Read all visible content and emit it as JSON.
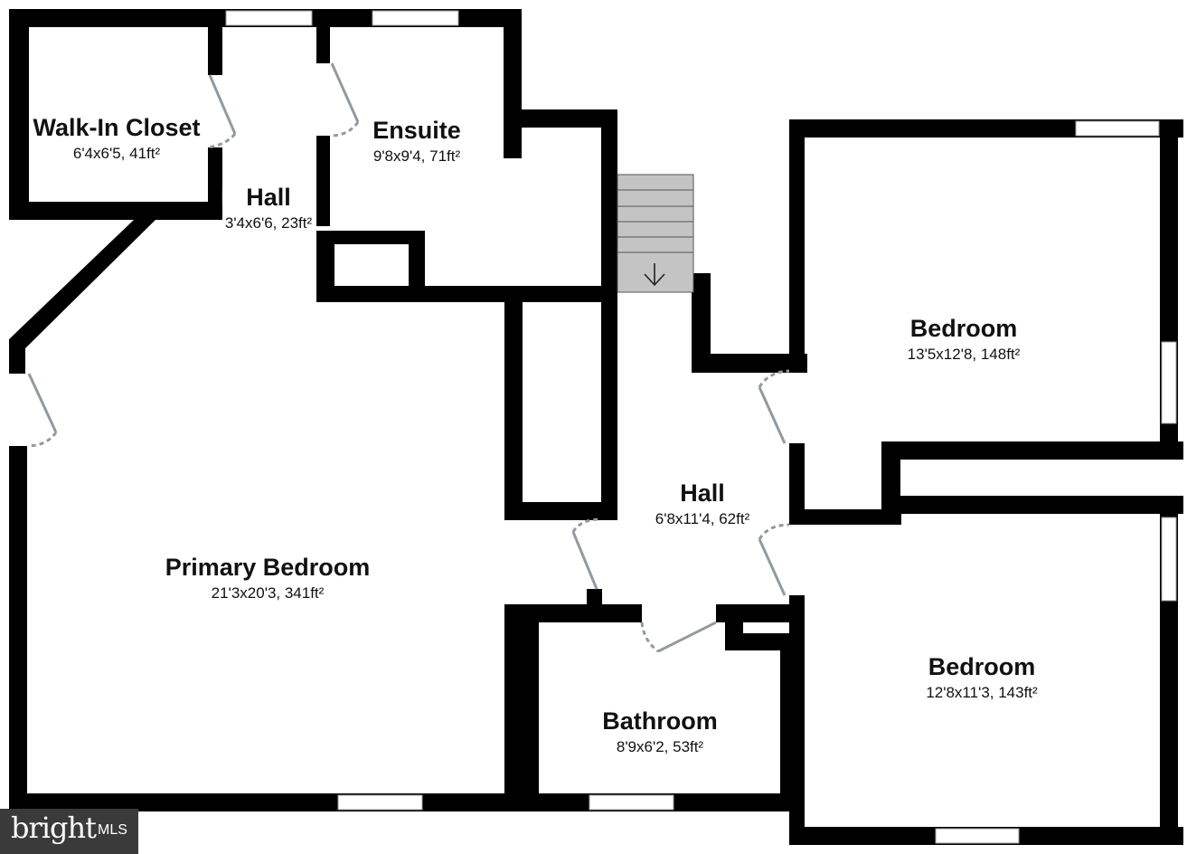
{
  "rooms": {
    "walk_in_closet": {
      "name": "Walk-In Closet",
      "dims": "6'4x6'5, 41ft²"
    },
    "hall_upper": {
      "name": "Hall",
      "dims": "3'4x6'6, 23ft²"
    },
    "ensuite": {
      "name": "Ensuite",
      "dims": "9'8x9'4, 71ft²"
    },
    "bedroom_upper": {
      "name": "Bedroom",
      "dims": "13'5x12'8, 148ft²"
    },
    "hall_center": {
      "name": "Hall",
      "dims": "6'8x11'4, 62ft²"
    },
    "primary_bedroom": {
      "name": "Primary Bedroom",
      "dims": "21'3x20'3, 341ft²"
    },
    "bathroom": {
      "name": "Bathroom",
      "dims": "8'9x6'2, 53ft²"
    },
    "bedroom_lower": {
      "name": "Bedroom",
      "dims": "12'8x11'3, 143ft²"
    }
  },
  "watermark": {
    "text": "bright",
    "suffix": "MLS"
  },
  "colors": {
    "wall": "#000000",
    "window": "#ffffff",
    "door": "#909aa2",
    "stairs": "#c4c4c4",
    "watermark_bg": "#3a3a3a"
  },
  "icons": {
    "stairs_direction": "arrow-down-icon",
    "watermark_logo": "bright-mls-logo"
  }
}
